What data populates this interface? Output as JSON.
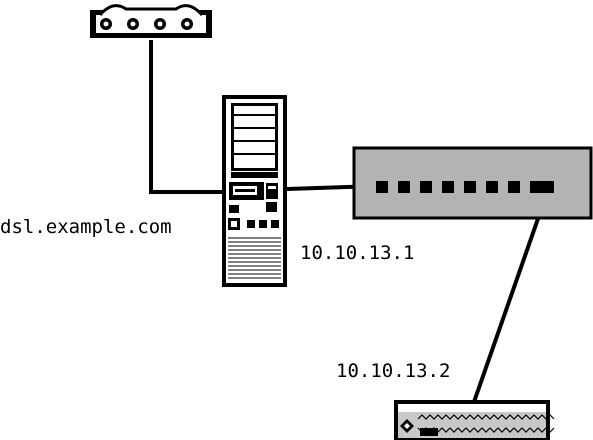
{
  "labels": {
    "hostname": "dsl.example.com",
    "server_ip": "10.10.13.1",
    "client_ip": "10.10.13.2"
  },
  "colors": {
    "line": "#000000",
    "switch_fill": "#b3b3b3",
    "client_fill": "#c8c8c8",
    "background": "#ffffff"
  }
}
